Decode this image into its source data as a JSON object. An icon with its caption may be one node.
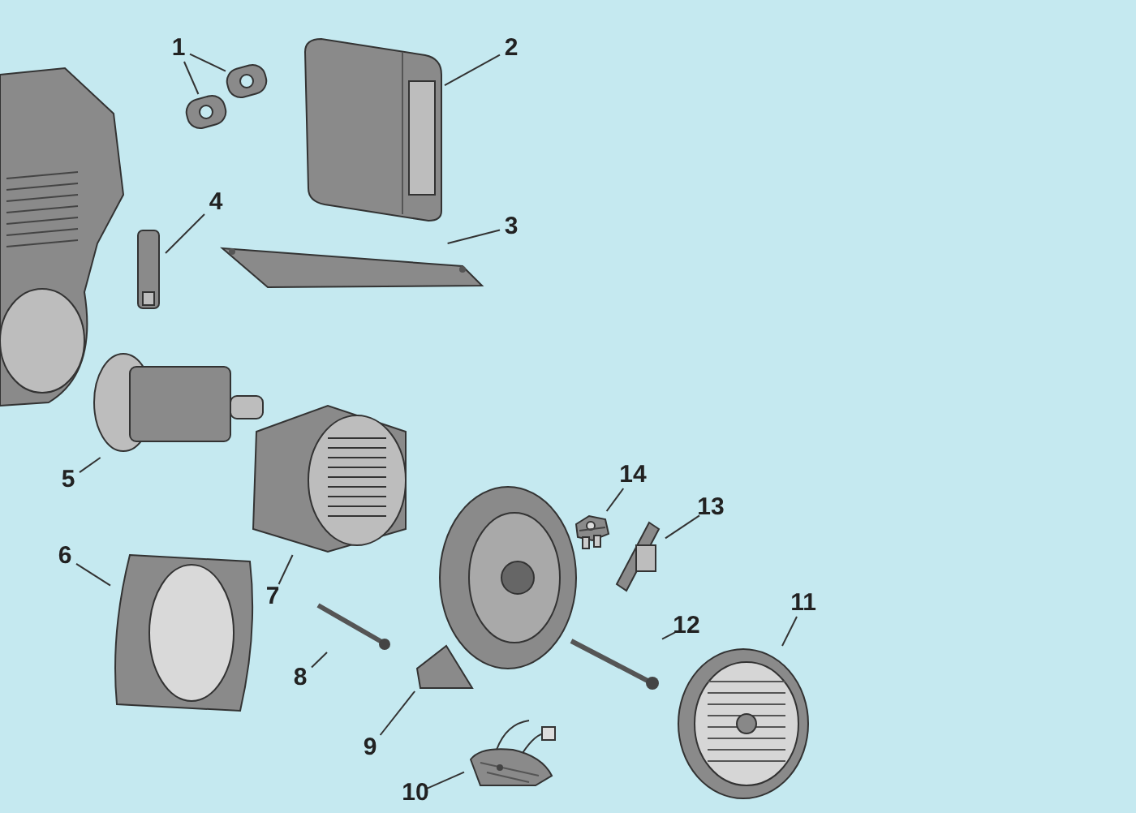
{
  "diagram": {
    "nodes": [
      {
        "text": [
          "1"
        ]
      },
      {
        "text": [
          "2"
        ]
      },
      {
        "text": [
          "3"
        ]
      },
      {
        "text": [
          "4"
        ]
      },
      {
        "text": [
          "5"
        ]
      },
      {
        "text": [
          "6"
        ]
      },
      {
        "text": [
          "7"
        ]
      },
      {
        "text": [
          "8"
        ]
      },
      {
        "text": [
          "9"
        ]
      },
      {
        "text": [
          "10"
        ]
      },
      {
        "text": [
          "11"
        ]
      },
      {
        "text": [
          "12"
        ]
      },
      {
        "text": [
          "13"
        ]
      },
      {
        "text": [
          "14"
        ]
      },
      {
        "text": [],
        "shape": "picture"
      },
      {
        "text": [],
        "shape": "picture"
      },
      {
        "text": [],
        "shape": "picture"
      },
      {
        "text": [],
        "shape": "picture"
      },
      {
        "text": [],
        "shape": "picture"
      },
      {
        "text": [],
        "shape": "picture"
      },
      {
        "text": [],
        "shape": "picture"
      },
      {
        "text": [],
        "shape": "picture"
      },
      {
        "text": [],
        "shape": "picture"
      },
      {
        "text": [],
        "shape": "picture"
      },
      {
        "text": [],
        "shape": "picture"
      },
      {
        "text": [],
        "shape": "picture"
      },
      {
        "text": [],
        "shape": "picture"
      },
      {
        "text": [],
        "shape": "picture"
      },
      {
        "text": [],
        "shape": "picture"
      }
    ],
    "edges": [
      {
        "from": 0,
        "to": 15,
        "arrow": "none"
      },
      {
        "from": 0,
        "to": 16,
        "arrow": "none"
      },
      {
        "from": 1,
        "to": 17,
        "arrow": "none"
      },
      {
        "from": 2,
        "to": 18,
        "arrow": "none"
      },
      {
        "from": 3,
        "to": 14,
        "arrow": "none"
      },
      {
        "from": 4,
        "to": 19,
        "arrow": "none"
      },
      {
        "from": 5,
        "to": 20,
        "arrow": "none"
      },
      {
        "from": 6,
        "to": 21,
        "arrow": "none"
      },
      {
        "from": 7,
        "to": 22,
        "arrow": "none"
      },
      {
        "from": 8,
        "to": 23,
        "arrow": "none"
      },
      {
        "from": 9,
        "to": 24,
        "arrow": "none"
      },
      {
        "from": 10,
        "to": 28,
        "arrow": "none"
      },
      {
        "from": 11,
        "to": 27,
        "arrow": "none"
      },
      {
        "from": 12,
        "to": 26,
        "arrow": "none"
      },
      {
        "from": 13,
        "to": 25,
        "arrow": "none"
      }
    ]
  }
}
